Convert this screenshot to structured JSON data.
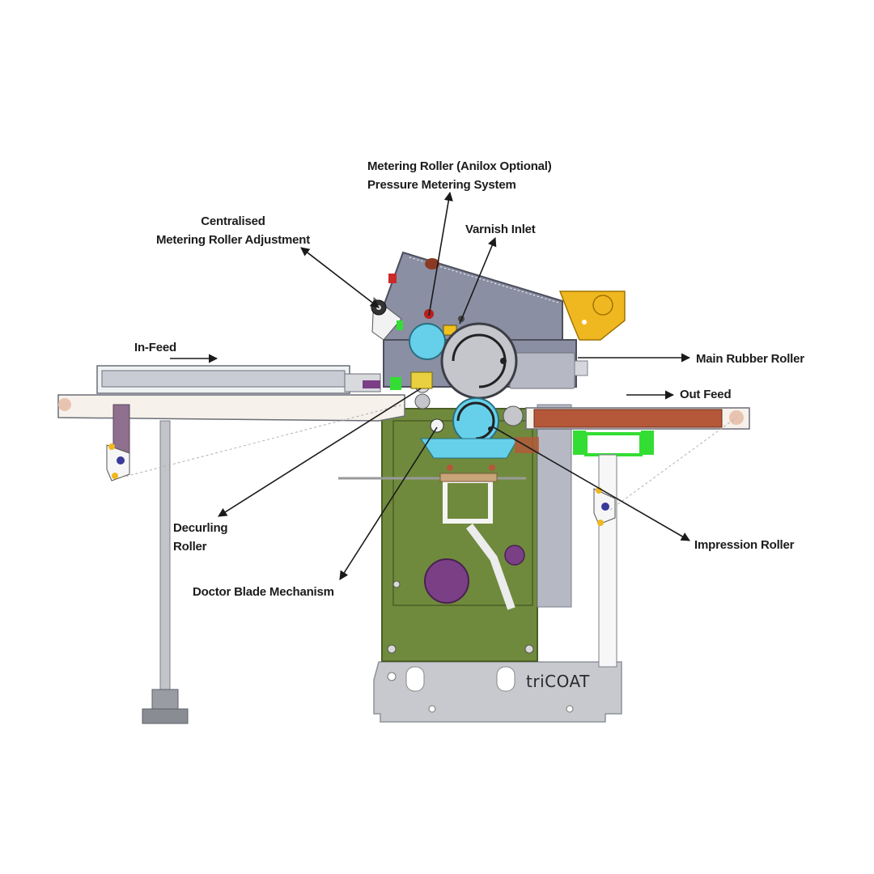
{
  "labels": {
    "metering_roller": "Metering Roller (Anilox Optional)",
    "pressure_metering": "Pressure Metering System",
    "varnish_inlet": "Varnish Inlet",
    "centralised_1": "Centralised",
    "centralised_2": "Metering Roller Adjustment",
    "in_feed": "In-Feed",
    "main_rubber_roller": "Main Rubber Roller",
    "out_feed": "Out Feed",
    "decurling_1": "Decurling",
    "decurling_2": "Roller",
    "impression_roller": "Impression Roller",
    "doctor_blade": "Doctor Blade Mechanism"
  },
  "brand": "triCOAT",
  "colors": {
    "frame_green": "#6f8a3c",
    "head_grey": "#8a8fa3",
    "roller_cyan": "#66d0ea",
    "feed_brown": "#b5583a",
    "bracket_yellow": "#f0b820",
    "lime": "#33dd33",
    "purple": "#7b3f86",
    "base_grey": "#c7c9cf"
  }
}
